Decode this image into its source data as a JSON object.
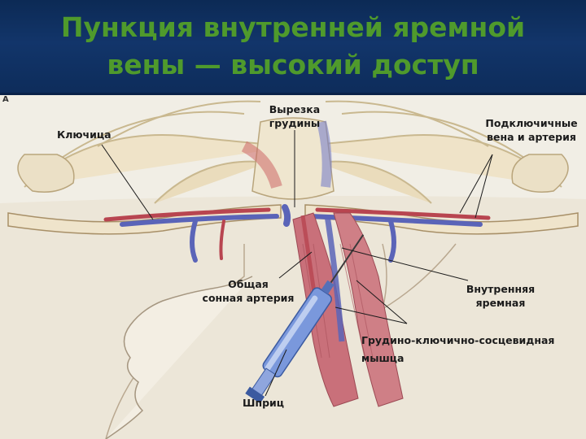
{
  "title": {
    "line1": "Пункция внутренней яремной",
    "line2": "вены — высокий доступ"
  },
  "figure": {
    "letter": "A",
    "labels": {
      "clavicle": "Ключица",
      "sternal_notch_line1": "Вырезка",
      "sternal_notch_line2": "грудины",
      "subclavian_line1": "Подключичные",
      "subclavian_line2": "вена и артерия",
      "carotid_line1": "Общая",
      "carotid_line2": "сонная артерия",
      "jugular_line1": "Внутренняя",
      "jugular_line2": "яремная",
      "scm_line1": "Грудино-ключично-сосцевидная",
      "scm_line2": "мышца",
      "syringe": "Шприц"
    }
  },
  "colors": {
    "header_bg": "#12356a",
    "title": "#4f9a2c",
    "skin": "#f1eee5",
    "bone": "#ece0c4",
    "vein": "#5a64b8",
    "artery": "#b84550",
    "muscle": "#c9707a",
    "syringe": "#6f90d8"
  }
}
